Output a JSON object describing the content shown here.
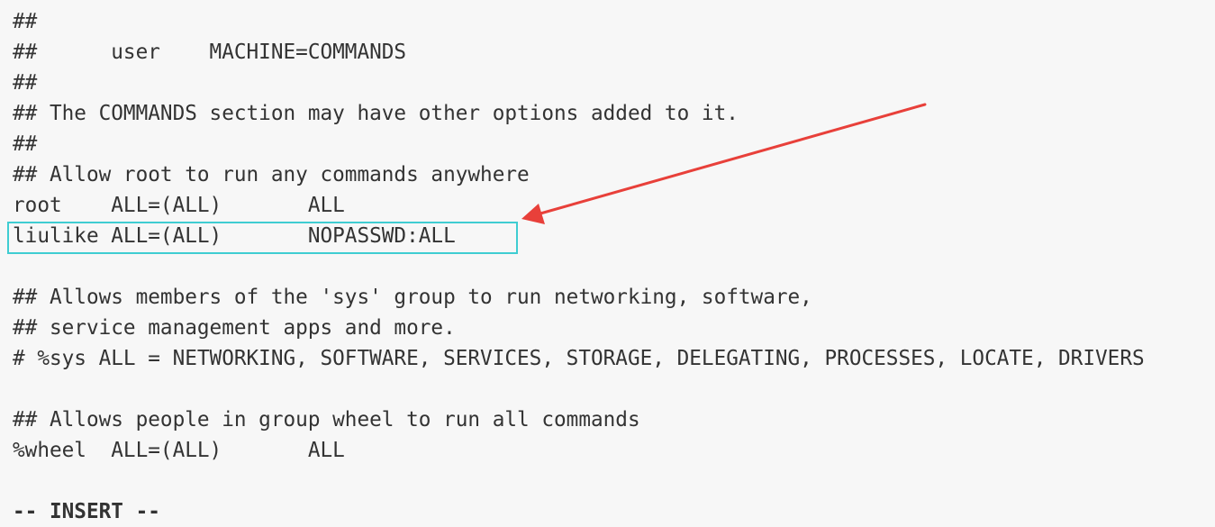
{
  "editor": {
    "lines": [
      "##",
      "##      user    MACHINE=COMMANDS",
      "##",
      "## The COMMANDS section may have other options added to it.",
      "##",
      "## Allow root to run any commands anywhere",
      "root    ALL=(ALL)       ALL",
      "liulike ALL=(ALL)       NOPASSWD:ALL",
      "",
      "## Allows members of the 'sys' group to run networking, software,",
      "## service management apps and more.",
      "# %sys ALL = NETWORKING, SOFTWARE, SERVICES, STORAGE, DELEGATING, PROCESSES, LOCATE, DRIVERS",
      "",
      "## Allows people in group wheel to run all commands",
      "%wheel  ALL=(ALL)       ALL",
      "",
      "-- INSERT --"
    ]
  },
  "annotations": {
    "highlight_color": "#3fcdd2",
    "arrow_color": "#e8403a"
  }
}
